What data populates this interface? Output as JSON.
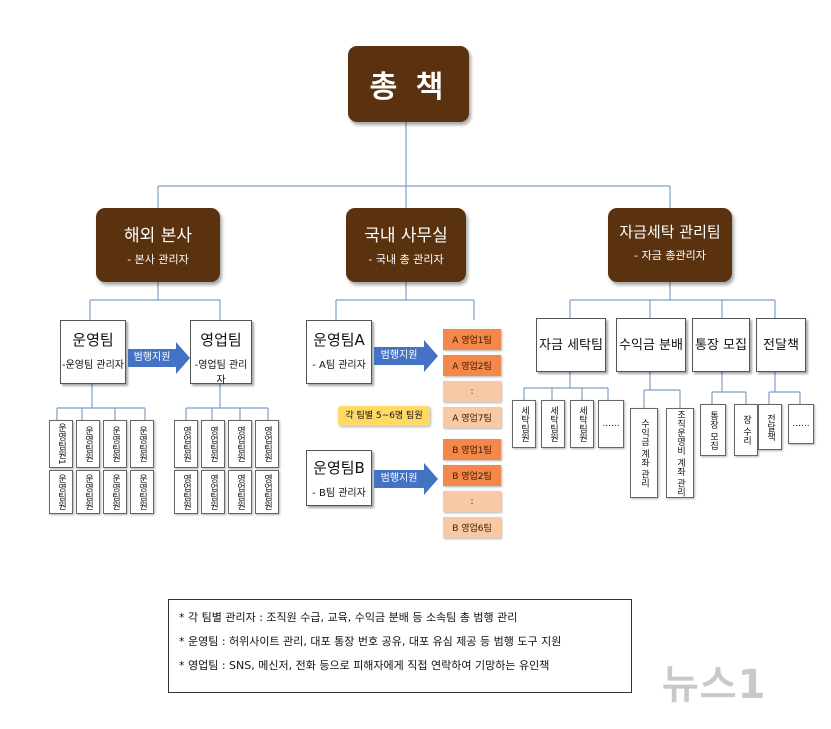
{
  "root": {
    "label": "총 책"
  },
  "branches": {
    "overseas": {
      "title": "해외 본사",
      "sub": "- 본사 관리자"
    },
    "domestic": {
      "title": "국내 사무실",
      "sub": "- 국내 총 관리자"
    },
    "laundering": {
      "title": "자금세탁 관리팀",
      "sub": "- 자금 총관리자"
    }
  },
  "overseas_detail": {
    "ops": {
      "title": "운영팀",
      "sub": "-운영팀 관리자"
    },
    "sales": {
      "title": "영업팀",
      "sub": "-영업팀 관리자"
    },
    "arrow_label": "범행지원",
    "ops_members": [
      "운영팀원1",
      "운영팀원",
      "운영팀원",
      "운영팀원",
      "운영팀원",
      "운영팀원",
      "운영팀원",
      "운영팀원"
    ],
    "sales_members": [
      "영업팀원",
      "영업팀원",
      "영업팀원",
      "영업팀원",
      "영업팀원",
      "영업팀원",
      "영업팀원",
      "영업팀원"
    ]
  },
  "domestic_detail": {
    "opsA": {
      "title": "운영팀A",
      "sub": "- A팀 관리자"
    },
    "opsB": {
      "title": "운영팀B",
      "sub": "- B팀 관리자"
    },
    "arrow_label_a": "범행지원",
    "arrow_label_b": "범행지원",
    "teams_a": [
      "A 영업1팀",
      "A 영업2팀",
      ":",
      "A 영업7팀"
    ],
    "teams_b": [
      "B 영업1팀",
      "B 영업2팀",
      ":",
      "B 영업6팀"
    ],
    "team_size_note": "각 팀별 5~6명 팀원"
  },
  "laundering_detail": {
    "units": [
      "자금 세탁팀",
      "수익금 분배",
      "통장 모집",
      "전달책"
    ],
    "laundry_members": [
      "세탁팀원",
      "세탁팀원",
      "세탁팀원",
      "......"
    ],
    "dist_members": [
      "수익금 계좌 관리",
      "조직운영비 계좌 관리"
    ],
    "account_members": [
      "통장 모집",
      "장 수리"
    ],
    "courier_members": [
      "전달책",
      "......"
    ]
  },
  "notes": [
    "* 각 팀별 관리자 : 조직원 수급, 교육, 수익금 분배 등 소속팀 총 범행 관리",
    "* 운영팀 : 허위사이트 관리, 대포 통장 번호 공유, 대포 유심 제공 등 범행 도구 지원",
    "* 영업팀 : SNS, 메신저, 전화 등으로 피해자에게 직접 연락하여 기망하는 유인책"
  ],
  "watermark": "뉴스1",
  "colors": {
    "brown": "#5a3210",
    "connector": "#7f9fc7",
    "arrow": "#4472c4",
    "team_dark": "#f4884a",
    "team_light": "#f8c9a4",
    "note_yellow": "#ffd966"
  }
}
